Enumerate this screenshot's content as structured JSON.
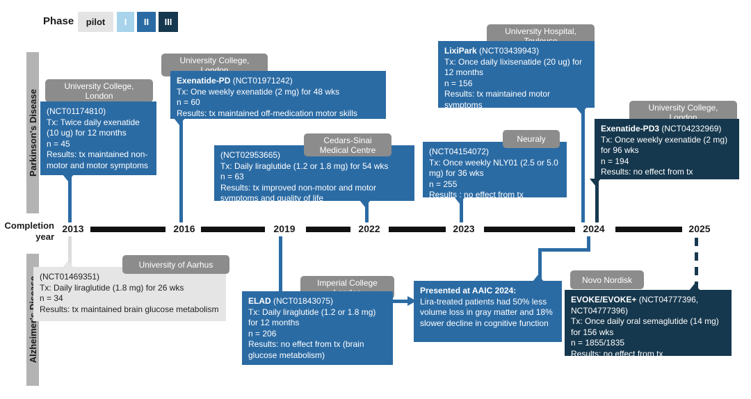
{
  "legend": {
    "label": "Phase",
    "items": [
      {
        "label": "pilot",
        "color": "#e4e4e4"
      },
      {
        "label": "I",
        "color": "#a7d3eb"
      },
      {
        "label": "II",
        "color": "#2b6ba4"
      },
      {
        "label": "III",
        "color": "#16384e"
      }
    ]
  },
  "rows": {
    "parkinsons": "Parkinson's Disease",
    "alzheimers": "Alzheimer's Disease"
  },
  "axis": {
    "label": "Completion\nyear",
    "years": [
      "2013",
      "2016",
      "2019",
      "2022",
      "2023",
      "2024",
      "2025"
    ]
  },
  "colors": {
    "phase_pilot": "#e5e5e5",
    "phase_II_blue": "#2b6ba4",
    "phase_III_navy": "#16384e",
    "sponsor_tag_gray": "#8c8c8c",
    "axis_black": "#111111"
  },
  "trials": [
    {
      "disease": "Parkinson's Disease",
      "year": "2013",
      "phase": "II",
      "tag": "University College, London",
      "title_bold": "",
      "title_rest": "(NCT01174810)",
      "body": "Tx: Twice daily exenatide (10 ug) for 12 months\nn =  45\nResults: tx  maintained non-motor and motor symptoms"
    },
    {
      "disease": "Parkinson's Disease",
      "year": "2016",
      "phase": "II",
      "tag": "University College, London",
      "title_bold": "Exenatide-PD ",
      "title_rest": "(NCT01971242)",
      "body": "Tx: One weekly exenatide (2 mg) for 48 wks\nn =  60\nResults: tx maintained off-medication motor skills"
    },
    {
      "disease": "Parkinson's Disease",
      "year": "2022",
      "phase": "II",
      "tag": "Cedars-Sinai Medical Centre",
      "title_bold": "",
      "title_rest": "(NCT02953665)",
      "body": "Tx: Daily liraglutide (1.2 or 1.8 mg) for 54 wks\nn = 63\nResults: tx improved non-motor and motor symptoms and quality of life"
    },
    {
      "disease": "Parkinson's Disease",
      "year": "2023",
      "phase": "II",
      "tag": "Neuraly",
      "title_bold": "",
      "title_rest": "(NCT04154072)",
      "body": "Tx: Once weekly NLY01 (2.5 or 5.0 mg) for 36 wks\nn = 255\nResults : no effect from tx"
    },
    {
      "disease": "Parkinson's Disease",
      "year": "2024",
      "phase": "II",
      "tag": "University Hospital, Toulouse",
      "title_bold": "LixiPark ",
      "title_rest": "(NCT03439943)",
      "body": "Tx: Once daily lixisenatide (20 ug) for 12 months\nn = 156\nResults: tx maintained motor symptoms"
    },
    {
      "disease": "Parkinson's Disease",
      "year": "2024",
      "phase": "III",
      "tag": "University College, London",
      "title_bold": "Exenatide-PD3 ",
      "title_rest": "(NCT04232969)",
      "body": "Tx: Once weekly exenatide (2 mg) for 96 wks\nn = 194\nResults: no effect from tx"
    },
    {
      "disease": "Alzheimer's Disease",
      "year": "2013",
      "phase": "pilot",
      "tag": "University of Aarhus",
      "title_bold": "",
      "title_rest": "(NCT01469351)",
      "body": "Tx: Daily liraglutide (1.8 mg) for 26 wks\nn = 34\nResults: tx maintained brain glucose metabolism"
    },
    {
      "disease": "Alzheimer's Disease",
      "year": "2019",
      "phase": "II",
      "tag": "Imperial College London",
      "title_bold": "ELAD ",
      "title_rest": "(NCT01843075)",
      "body": "Tx: Daily liraglutide (1.2 or 1.8 mg) for 12 months\nn = 206\nResults: no effect from tx (brain glucose metabolism)"
    },
    {
      "disease": "Alzheimer's Disease",
      "year": "2024",
      "phase": "II",
      "tag": "",
      "title_bold": "Presented at AAIC 2024:",
      "title_rest": "",
      "body": "Lira-treated patients had 50% less volume loss in gray matter and 18% slower decline in cognitive function"
    },
    {
      "disease": "Alzheimer's Disease",
      "year": "2025",
      "phase": "III",
      "tag": "Novo Nordisk",
      "title_bold": "EVOKE/EVOKE+ ",
      "title_rest": "(NCT04777396, NCT04777396)",
      "body": "Tx: Once daily oral semaglutide (14 mg) for 156 wks\nn = 1855/1835\nResults: no effect from tx"
    }
  ]
}
